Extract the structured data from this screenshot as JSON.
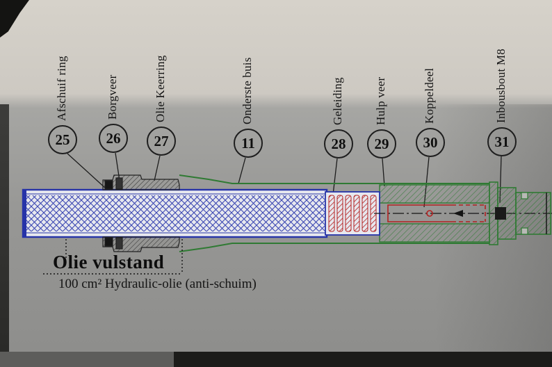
{
  "callouts": [
    {
      "number": "25",
      "label": "Afschuif ring"
    },
    {
      "number": "26",
      "label": "Borgveer"
    },
    {
      "number": "27",
      "label": "Olie Keerring"
    },
    {
      "number": "11",
      "label": "Onderste buis"
    },
    {
      "number": "28",
      "label": "Geleiding"
    },
    {
      "number": "29",
      "label": "Hulp veer"
    },
    {
      "number": "30",
      "label": "Koppeldeel"
    },
    {
      "number": "31",
      "label": "Inbousbout M8"
    }
  ],
  "annotations": {
    "oil_level_label": "Olie vulstand",
    "oil_spec_label": "100 cm² Hydraulic-olie  (anti-schuim)"
  },
  "colors": {
    "tube_blue": "#2633a8",
    "spring_red": "#b32020",
    "housing_green": "#2f7a33",
    "ink": "#1c1c1c"
  }
}
